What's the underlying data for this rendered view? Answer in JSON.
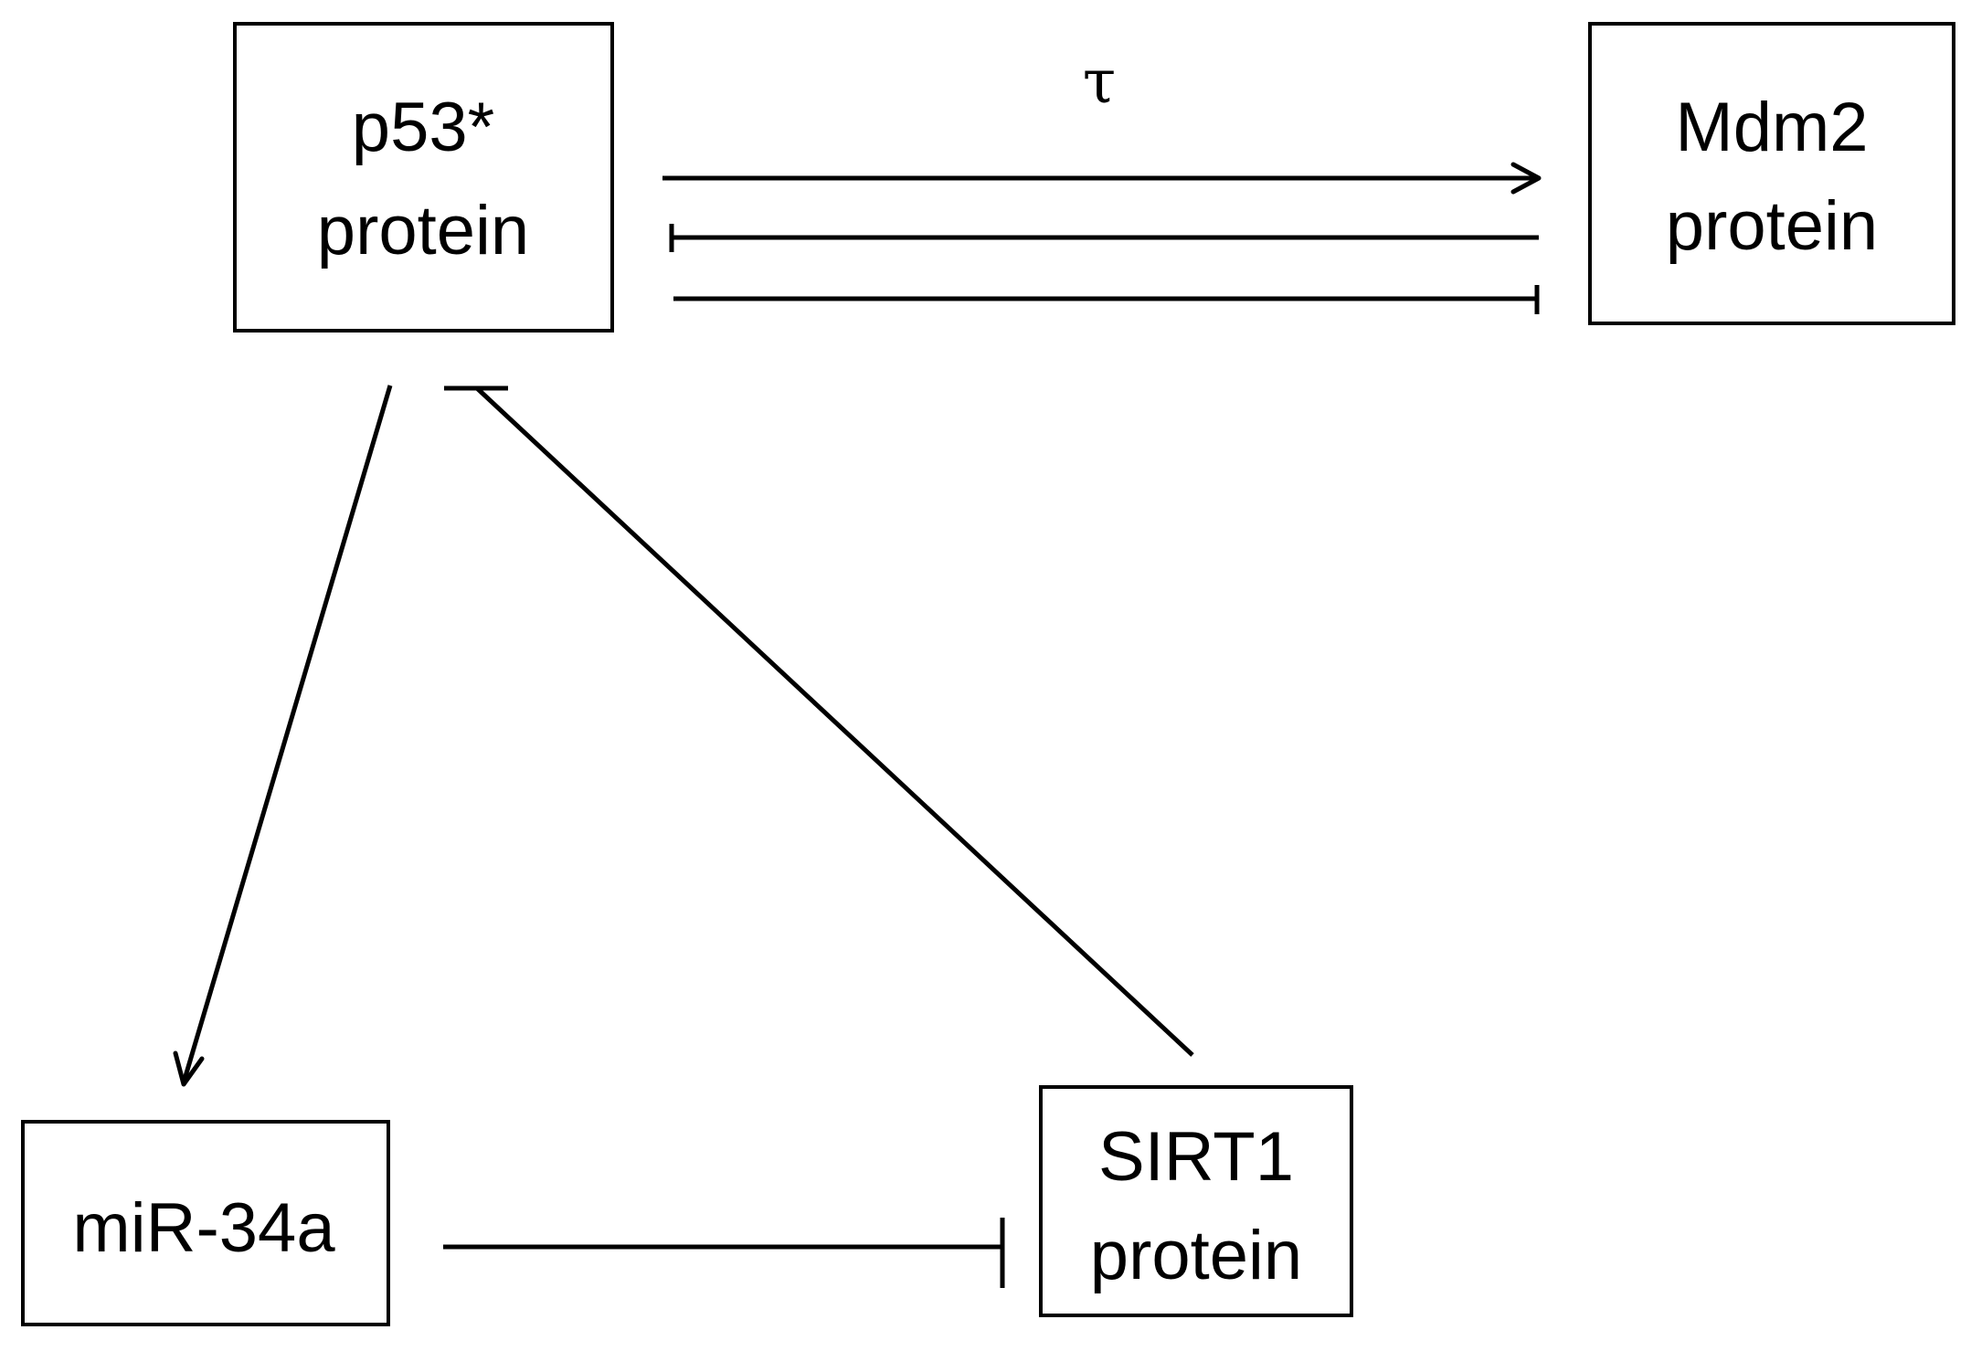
{
  "nodes": {
    "p53": {
      "line1": "p53*",
      "line2": "protein"
    },
    "mdm2": {
      "line1": "Mdm2",
      "line2": "protein"
    },
    "mir34a": {
      "line1": "miR-34a"
    },
    "sirt1": {
      "line1": "SIRT1",
      "line2": "protein"
    }
  },
  "edges": {
    "delay_label": "τ"
  }
}
